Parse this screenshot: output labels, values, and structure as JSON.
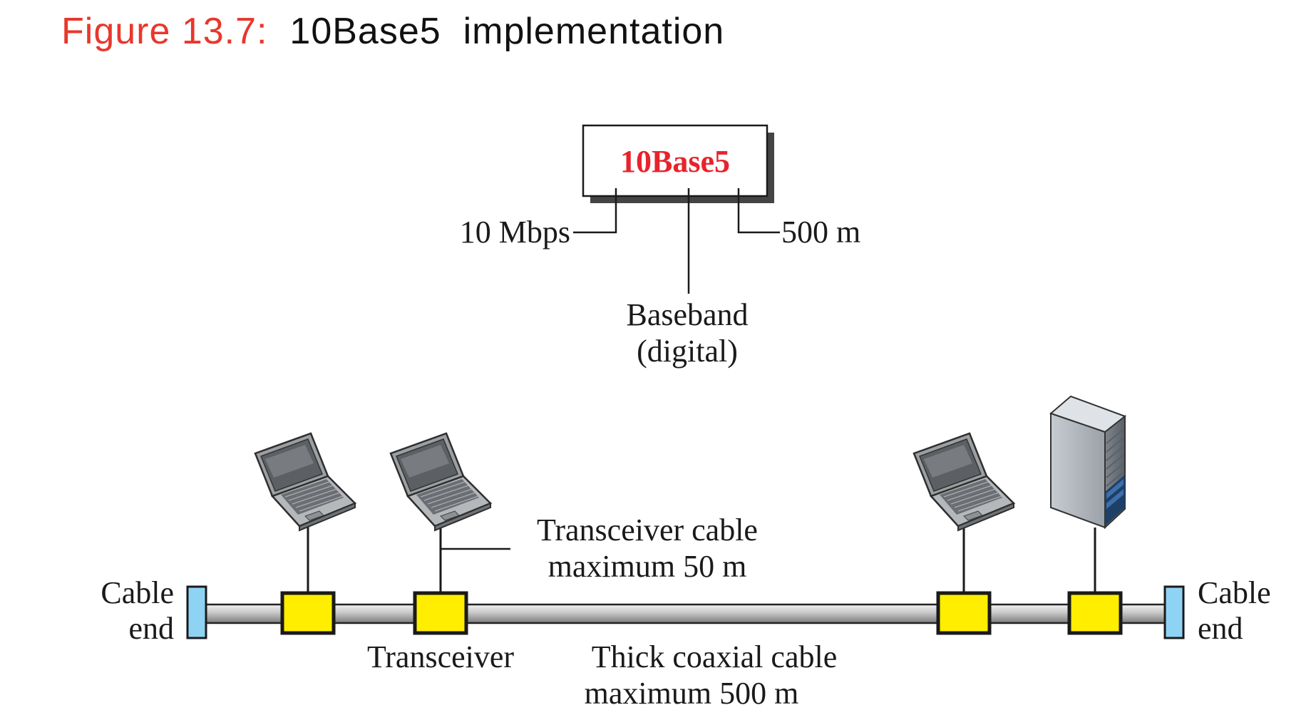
{
  "figure": {
    "number": "Figure 13.7:",
    "title": "10Base5  implementation"
  },
  "colors": {
    "figure_number": "#e8372c",
    "box_title": "#e8232b",
    "transceiver_fill": "#ffee00",
    "cable_end_fill": "#8fd3f4",
    "cable_fill": "#c8c8c8"
  },
  "spec": {
    "box_label": "10Base5",
    "rate": "10 Mbps",
    "length": "500 m",
    "signal_line1": "Baseband",
    "signal_line2": "(digital)"
  },
  "bus": {
    "cable_end_left": [
      "Cable",
      "end"
    ],
    "cable_end_right": [
      "Cable",
      "end"
    ],
    "transceiver_cable": [
      "Transceiver cable",
      "maximum 50 m"
    ],
    "transceiver": "Transceiver",
    "thick_coax": [
      "Thick coaxial cable",
      "maximum 500 m"
    ]
  },
  "icons": {
    "station": "laptop-icon",
    "server": "server-tower-icon"
  }
}
